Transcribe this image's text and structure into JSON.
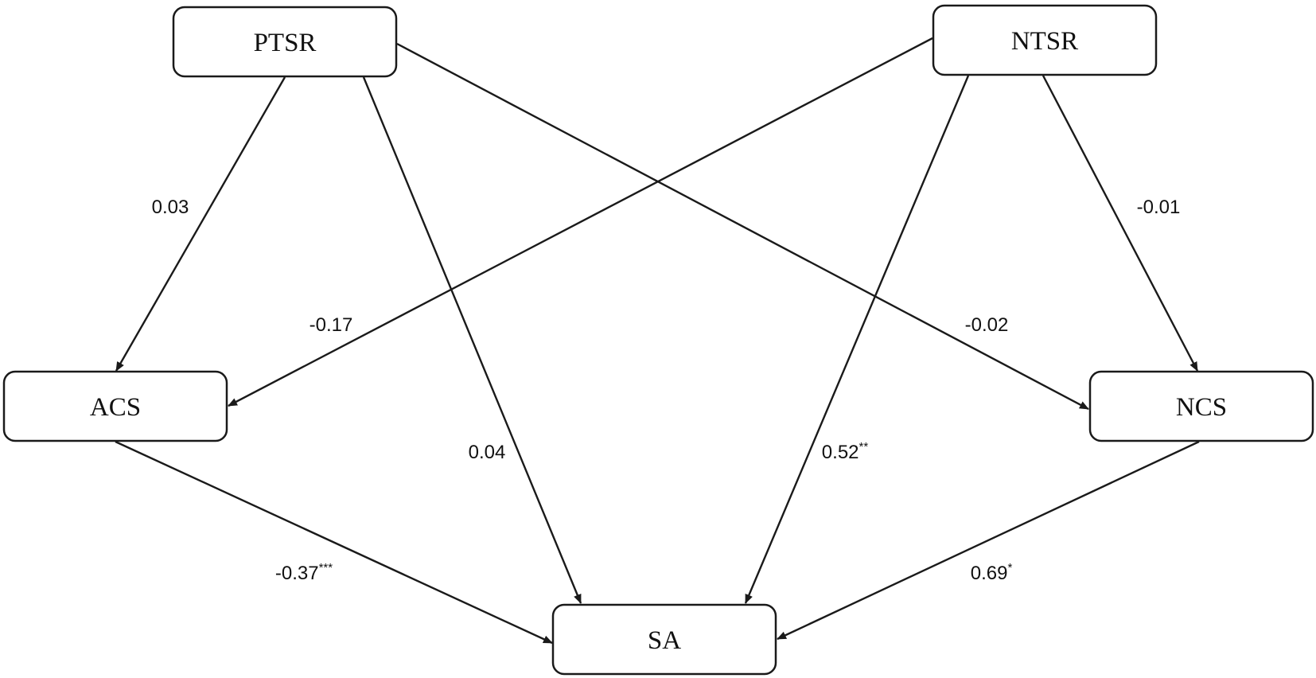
{
  "nodes": {
    "ptsr": "PTSR",
    "ntsr": "NTSR",
    "acs": "ACS",
    "ncs": "NCS",
    "sa": "SA"
  },
  "paths": [
    {
      "from": "PTSR",
      "to": "ACS",
      "coef": "0.03",
      "sig": ""
    },
    {
      "from": "PTSR",
      "to": "SA",
      "coef": "0.04",
      "sig": ""
    },
    {
      "from": "PTSR",
      "to": "NCS",
      "coef": "-0.02",
      "sig": ""
    },
    {
      "from": "NTSR",
      "to": "ACS",
      "coef": "-0.17",
      "sig": ""
    },
    {
      "from": "NTSR",
      "to": "SA",
      "coef": "0.52",
      "sig": "**"
    },
    {
      "from": "NTSR",
      "to": "NCS",
      "coef": "-0.01",
      "sig": ""
    },
    {
      "from": "ACS",
      "to": "SA",
      "coef": "-0.37",
      "sig": "***"
    },
    {
      "from": "NCS",
      "to": "SA",
      "coef": "0.69",
      "sig": "*"
    }
  ]
}
